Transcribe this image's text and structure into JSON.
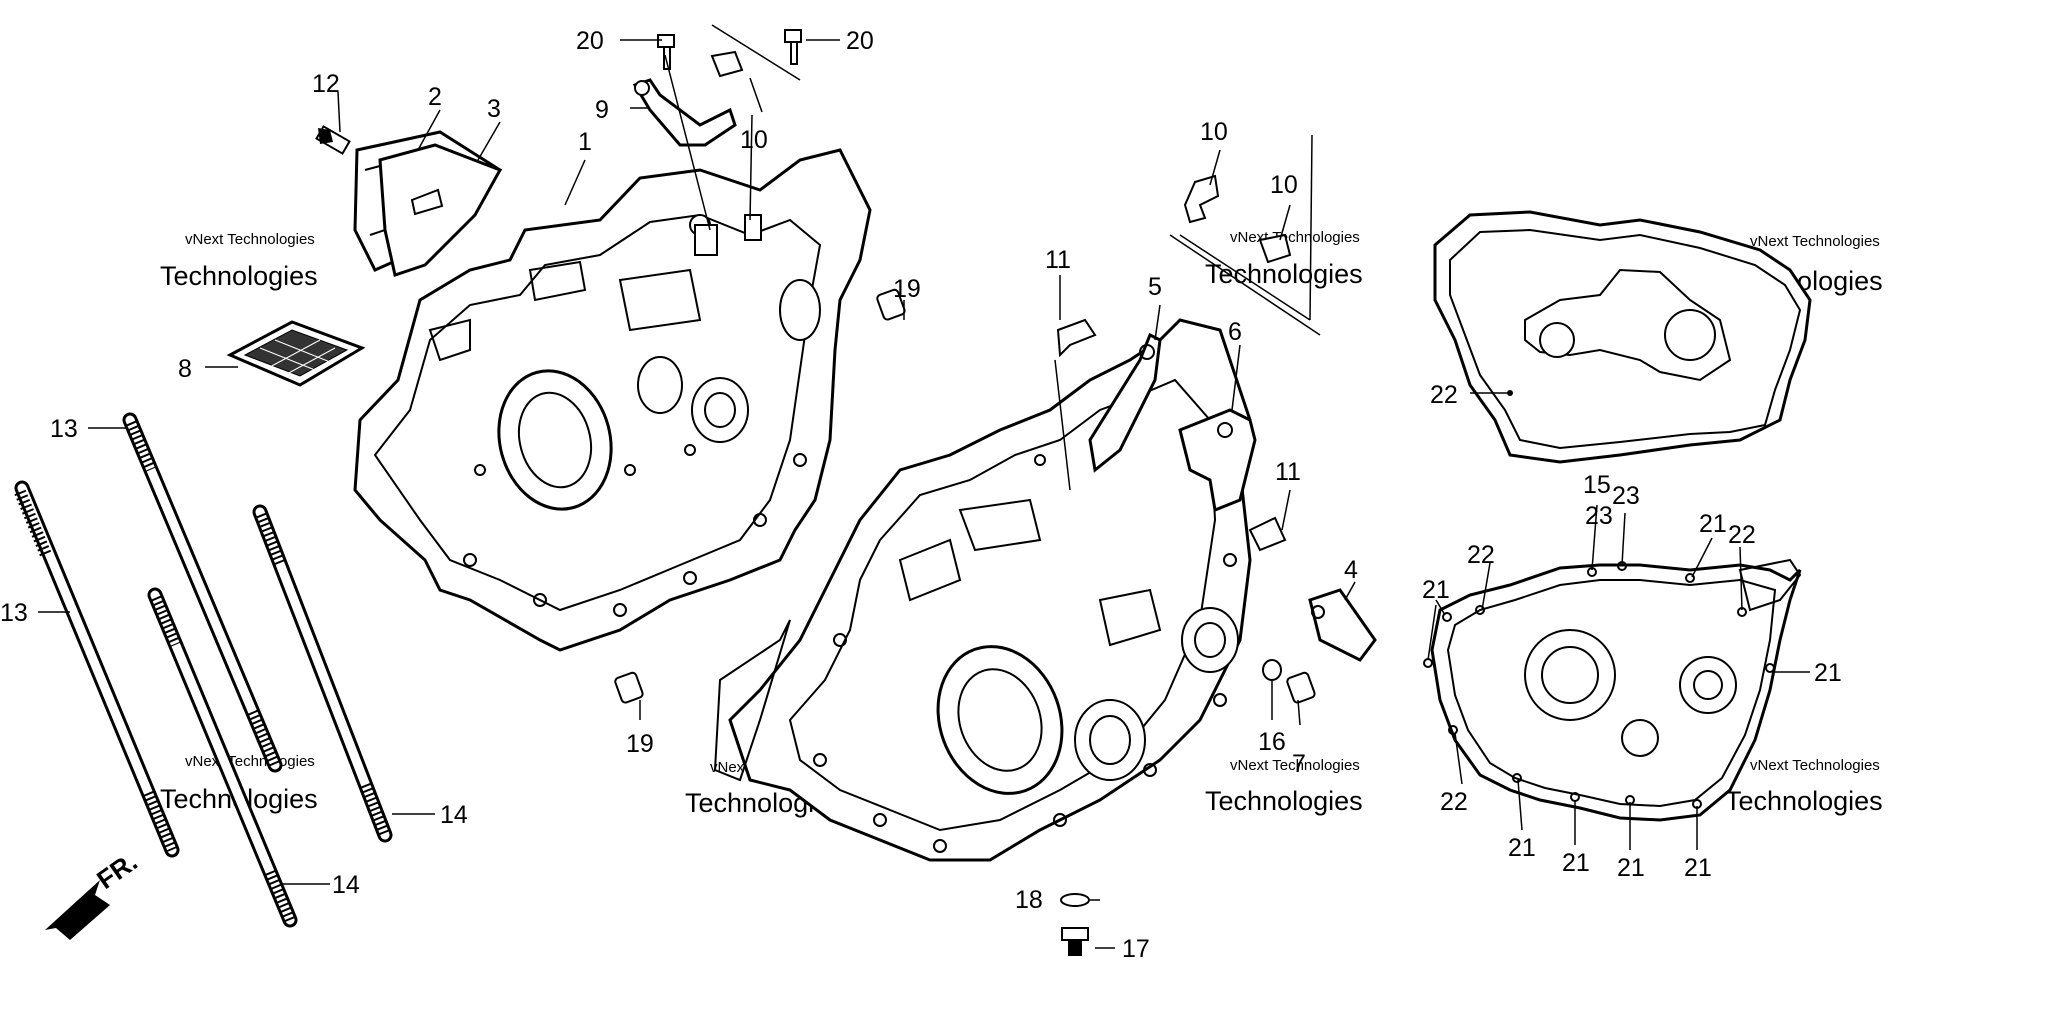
{
  "diagram": {
    "watermark": {
      "line1": "vNext Technologies",
      "line2": "Technologies"
    },
    "front_arrow_label": "FR.",
    "callouts": {
      "c1": "1",
      "c2": "2",
      "c3": "3",
      "c4": "4",
      "c5": "5",
      "c6": "6",
      "c7": "7",
      "c8": "8",
      "c9": "9",
      "c10a": "10",
      "c10b": "10",
      "c10c": "10",
      "c11a": "11",
      "c11b": "11",
      "c12": "12",
      "c13a": "13",
      "c13b": "13",
      "c14a": "14",
      "c14b": "14",
      "c15": "15",
      "c16": "16",
      "c17": "17",
      "c18": "18",
      "c19a": "19",
      "c19b": "19",
      "c20a": "20",
      "c20b": "20",
      "c21a": "21",
      "c21b": "21",
      "c21c": "21",
      "c21d": "21",
      "c21e": "21",
      "c21f": "21",
      "c21g": "21",
      "c22a": "22",
      "c22b": "22",
      "c22c": "22",
      "c22d": "22",
      "c23a": "23",
      "c23b": "23"
    }
  }
}
